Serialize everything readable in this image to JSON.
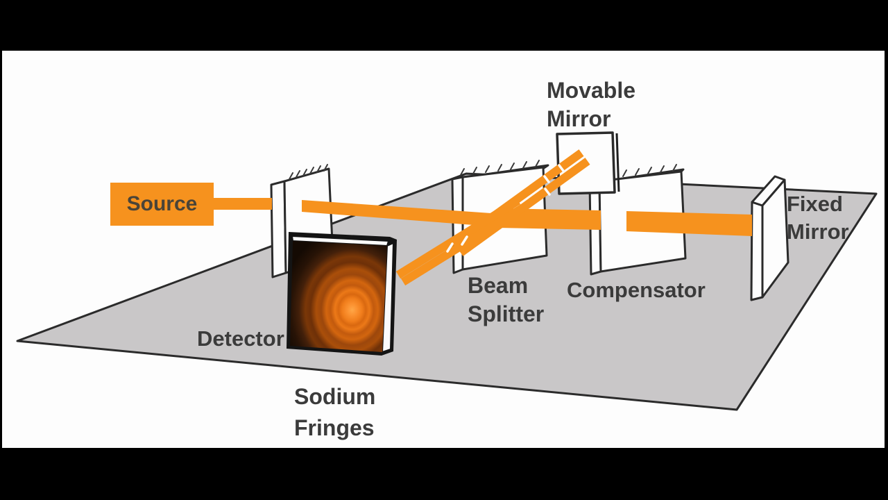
{
  "colors": {
    "frame": "#000000",
    "canvas": "#fdfdfd",
    "beam": "#f6921e",
    "platform": "#c9c7c8",
    "panel": "#fdfdfd",
    "outline": "#2b2b2b",
    "text": "#3b3b3b",
    "source_text": "#4a4438",
    "fringe_center": "#ffa040",
    "fringe_edge": "#160b04"
  },
  "labels": {
    "source": "Source",
    "movable_mirror": {
      "line1": "Movable",
      "line2": "Mirror"
    },
    "beam_splitter": {
      "line1": "Beam",
      "line2": "Splitter"
    },
    "compensator": "Compensator",
    "fixed_mirror": {
      "line1": "Fixed",
      "line2": "Mirror"
    },
    "detector": "Detector",
    "sodium_fringes": {
      "line1": "Sodium",
      "line2": "Fringes"
    }
  }
}
